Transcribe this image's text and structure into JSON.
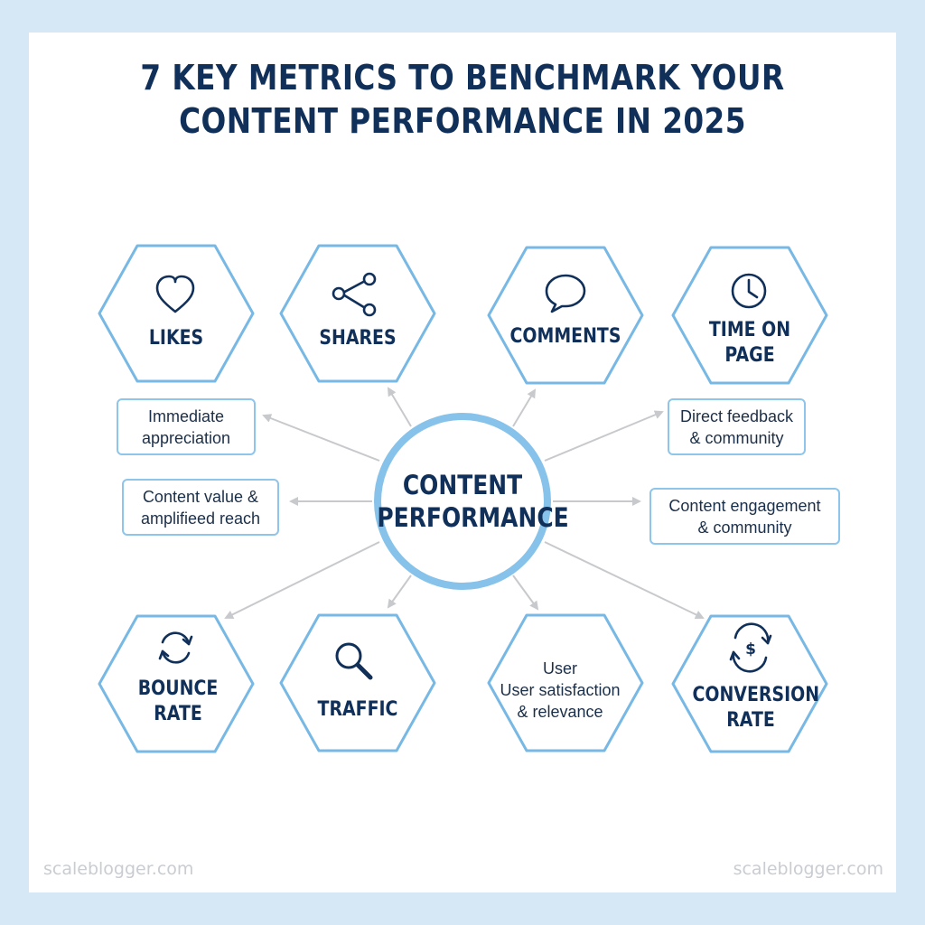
{
  "title": {
    "line1": "7 KEY METRICS TO BENCHMARK YOUR",
    "line2": "CONTENT PERFORMANCE IN 2025"
  },
  "center": {
    "line1": "CONTENT",
    "line2": "PERFORMANCE"
  },
  "metrics": [
    {
      "line1": "LIKES",
      "line2": "",
      "icon": "heart-icon"
    },
    {
      "line1": "SHARES",
      "line2": "",
      "icon": "share-icon"
    },
    {
      "line1": "COMMENTS",
      "line2": "",
      "icon": "speech-bubble-icon"
    },
    {
      "line1": "TIME ON",
      "line2": "PAGE",
      "icon": "clock-icon"
    },
    {
      "line1": "BOUNCE",
      "line2": "RATE",
      "icon": "refresh-icon"
    },
    {
      "line1": "TRAFFIC",
      "line2": "",
      "icon": "magnifier-icon"
    },
    {
      "line1": "User",
      "line2": "User satisfaction",
      "line3": "& relevance",
      "icon": ""
    },
    {
      "line1": "CONVERSION",
      "line2": "RATE",
      "icon": "dollar-cycle-icon"
    }
  ],
  "notes": [
    {
      "line1": "Immediate",
      "line2": "appreciation"
    },
    {
      "line1": "Content value &",
      "line2": "amplifieed reach"
    },
    {
      "line1": "Direct feedback",
      "line2": "& community"
    },
    {
      "line1": "Content engagement",
      "line2": "& community"
    }
  ],
  "footer": {
    "left": "scaleblogger.com",
    "right": "scaleblogger.com"
  },
  "colors": {
    "navy": "#10305a",
    "hex_stroke": "#77b8e4",
    "ring": "#86c2ea",
    "arrow": "#c7c9cc",
    "background": "#d6e8f6"
  }
}
